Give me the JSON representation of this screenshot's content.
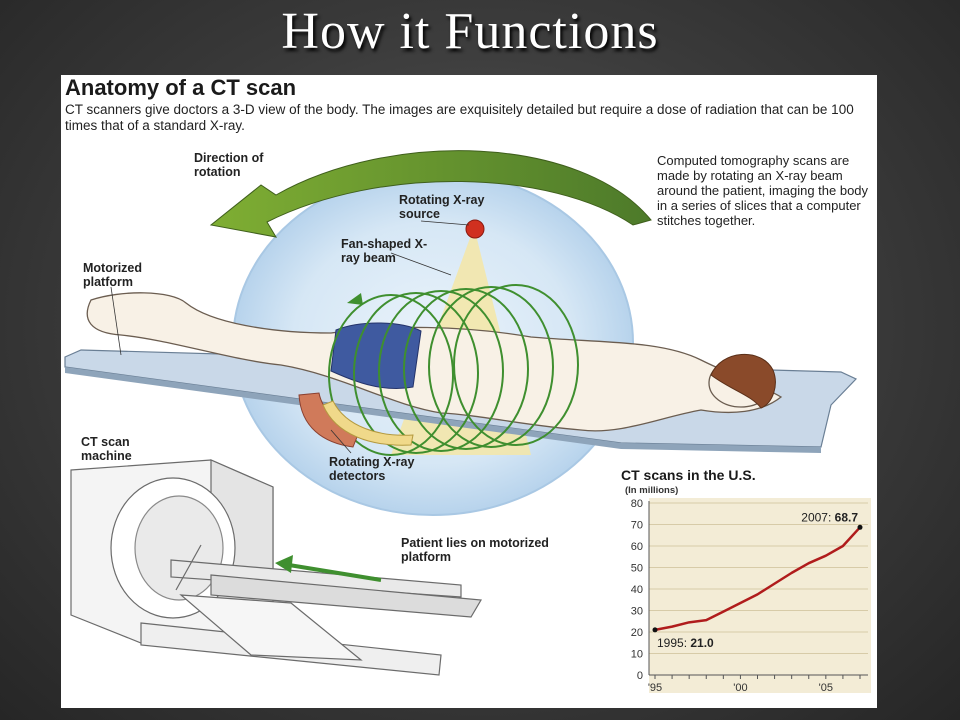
{
  "slide": {
    "title": "How it Functions"
  },
  "infographic": {
    "heading": "Anatomy of a CT scan",
    "subheading": "CT scanners give doctors a 3-D view of the body. The images are exquisitely detailed but require a dose of radiation that can be 100 times that of a standard X-ray.",
    "labels": {
      "direction": "Direction of rotation",
      "source": "Rotating X-ray source",
      "beam": "Fan-shaped X-ray beam",
      "platform": "Motorized platform",
      "detectors": "Rotating X-ray detectors",
      "machine": "CT scan machine",
      "patient": "Patient lies on motorized platform"
    },
    "explanation": "Computed tomography scans are made by rotating an X-ray beam around the patient, imaging the body in a series of slices that a computer stitches together."
  },
  "chart_data": {
    "type": "line",
    "title": "CT scans in the U.S.",
    "subtitle": "(In millions)",
    "x": [
      1995,
      1996,
      1997,
      1998,
      1999,
      2000,
      2001,
      2002,
      2003,
      2004,
      2005,
      2006,
      2007
    ],
    "values": [
      21.0,
      22.5,
      24.5,
      25.5,
      29.5,
      33.5,
      37.5,
      42.5,
      47.5,
      52.0,
      55.5,
      60.0,
      68.7
    ],
    "ylim": [
      0,
      80
    ],
    "yticks": [
      "0",
      "10",
      "20",
      "30",
      "40",
      "50",
      "60",
      "70",
      "80"
    ],
    "xticks": [
      {
        "year": 1995,
        "label": "'95"
      },
      {
        "year": 2000,
        "label": "'00"
      },
      {
        "year": 2005,
        "label": "'05"
      }
    ],
    "annotations": {
      "start_year": "1995:",
      "start_value": "21.0",
      "end_year": "2007:",
      "end_value": "68.7"
    },
    "colors": {
      "line": "#b01c1c",
      "background": "#f3ecd6"
    }
  },
  "colors": {
    "arrow": "#6f9a2e",
    "coil": "#3f8f2f",
    "glow": "#cfe2f2",
    "source": "#d0301f"
  }
}
